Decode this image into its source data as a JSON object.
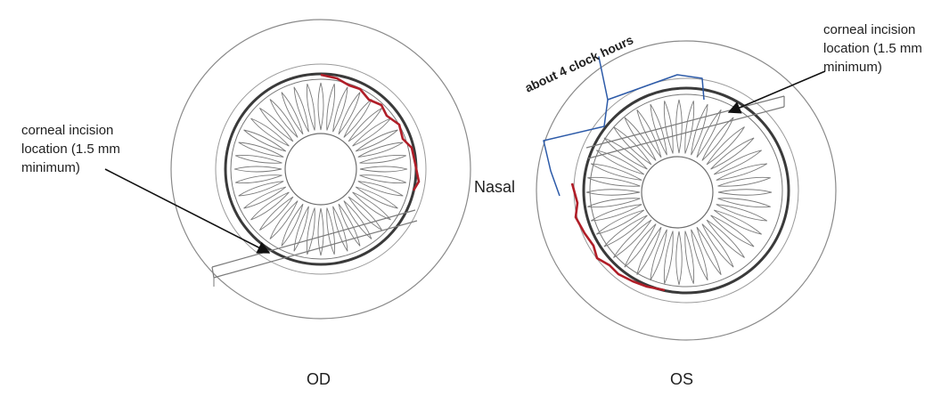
{
  "left_eye": {
    "label": "OD",
    "incision_lines": [
      "corneal incision",
      "location (1.5 mm",
      "minimum)"
    ]
  },
  "right_eye": {
    "label": "OS",
    "incision_lines": [
      "corneal incision",
      "location (1.5 mm",
      "minimum)"
    ]
  },
  "center_label": "Nasal",
  "bracket_label": "about 4 clock hours",
  "colors": {
    "outline": "#8a8a8a",
    "iris": "#6e6e6e",
    "limbus": "#3a3a3a",
    "red_mark": "#b01e28",
    "bracket": "#2c5aa8",
    "arrow": "#111111"
  }
}
